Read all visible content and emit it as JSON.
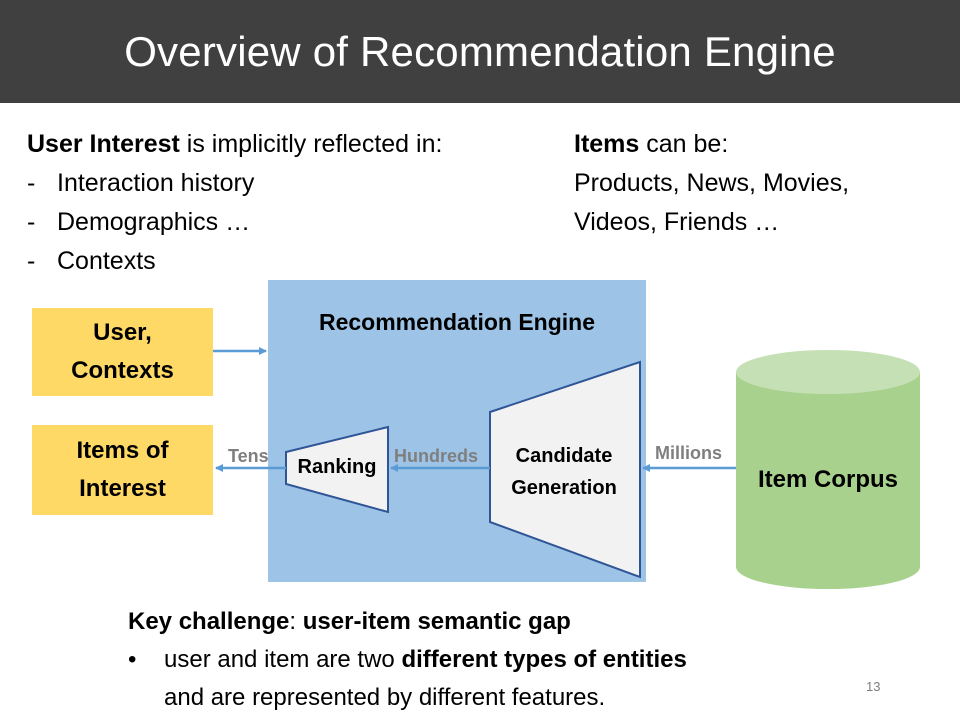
{
  "slide": {
    "title": "Overview of Recommendation Engine",
    "page_number": "13"
  },
  "user_interest": {
    "bold": "User Interest",
    "rest": " is implicitly reflected in:",
    "bullets": [
      "Interaction history",
      "Demographics …",
      "Contexts"
    ],
    "dash": "-"
  },
  "items": {
    "bold": "Items",
    "rest": " can be:",
    "lines": [
      "Products, News, Movies,",
      "Videos, Friends …"
    ]
  },
  "diagram": {
    "user_box_lines": [
      "User,",
      "Contexts"
    ],
    "items_box_lines": [
      "Items of",
      "Interest"
    ],
    "engine_title": "Recommendation Engine",
    "ranking": "Ranking",
    "candidate_lines": [
      "Candidate",
      "Generation"
    ],
    "corpus": "Item Corpus",
    "arrow_labels": {
      "tens": "Tens",
      "hundreds": "Hundreds",
      "millions": "Millions"
    },
    "colors": {
      "engine": "#9DC3E6",
      "yellow": "#FFD966",
      "corpus": "#A9D18E",
      "corpus_top": "#C5E0B4",
      "arrow": "#5B9BD5",
      "trapezoid": "#F2F2F2",
      "trapezoid_stroke": "#2F5597"
    }
  },
  "key_challenge": {
    "bold1": "Key challenge",
    "colon": ": ",
    "bold2": "user-item semantic gap",
    "bullet_symbol": "•",
    "line1_plain": "user and item are two ",
    "line1_bold": "different types of entities",
    "line2": "and are represented by different features."
  }
}
